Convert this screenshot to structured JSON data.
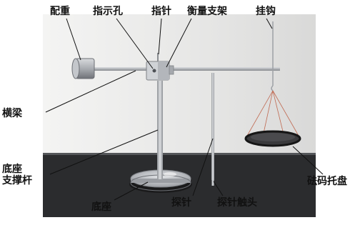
{
  "labels": {
    "counterweight": "配重",
    "indicator_hole": "指示孔",
    "pointer": "指针",
    "balance_bracket": "衡量支架",
    "hook": "挂钩",
    "crossbeam": "横梁",
    "base_support_rod": "底座\n支撑杆",
    "weight_tray": "砝码托盘",
    "base": "底座",
    "probe": "探针",
    "probe_tip": "探针触头"
  },
  "colors": {
    "wall": "#e9e9e8",
    "table": "#2b2c2e",
    "metal": "#b9bcc0",
    "metal_dark": "#8e9196",
    "tray": "#1c1c1c",
    "leader": "#111111"
  }
}
